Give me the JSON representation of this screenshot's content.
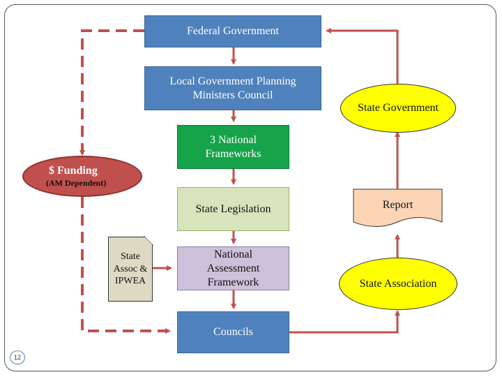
{
  "nodes": {
    "federal": "Federal Government",
    "ministers": "Local Government Planning Ministers Council",
    "frameworks": "3 National Frameworks",
    "legislation": "State Legislation",
    "assessment": "National Assessment Framework",
    "councils": "Councils",
    "state_gov": "State Government",
    "report": "Report",
    "state_assoc": "State Association",
    "ipwea": "State Assoc & IPWEA",
    "funding_title": "$ Funding",
    "funding_sub": "(AM Dependent)"
  },
  "page_number": "12",
  "colors": {
    "blue": "#4f81bd",
    "green": "#16a34a",
    "sage": "#d8e4bc",
    "lavender": "#ccc0da",
    "yellow": "#ffff00",
    "red": "#c0504d",
    "peach": "#fbd5b5",
    "arrow": "#c0504d"
  }
}
